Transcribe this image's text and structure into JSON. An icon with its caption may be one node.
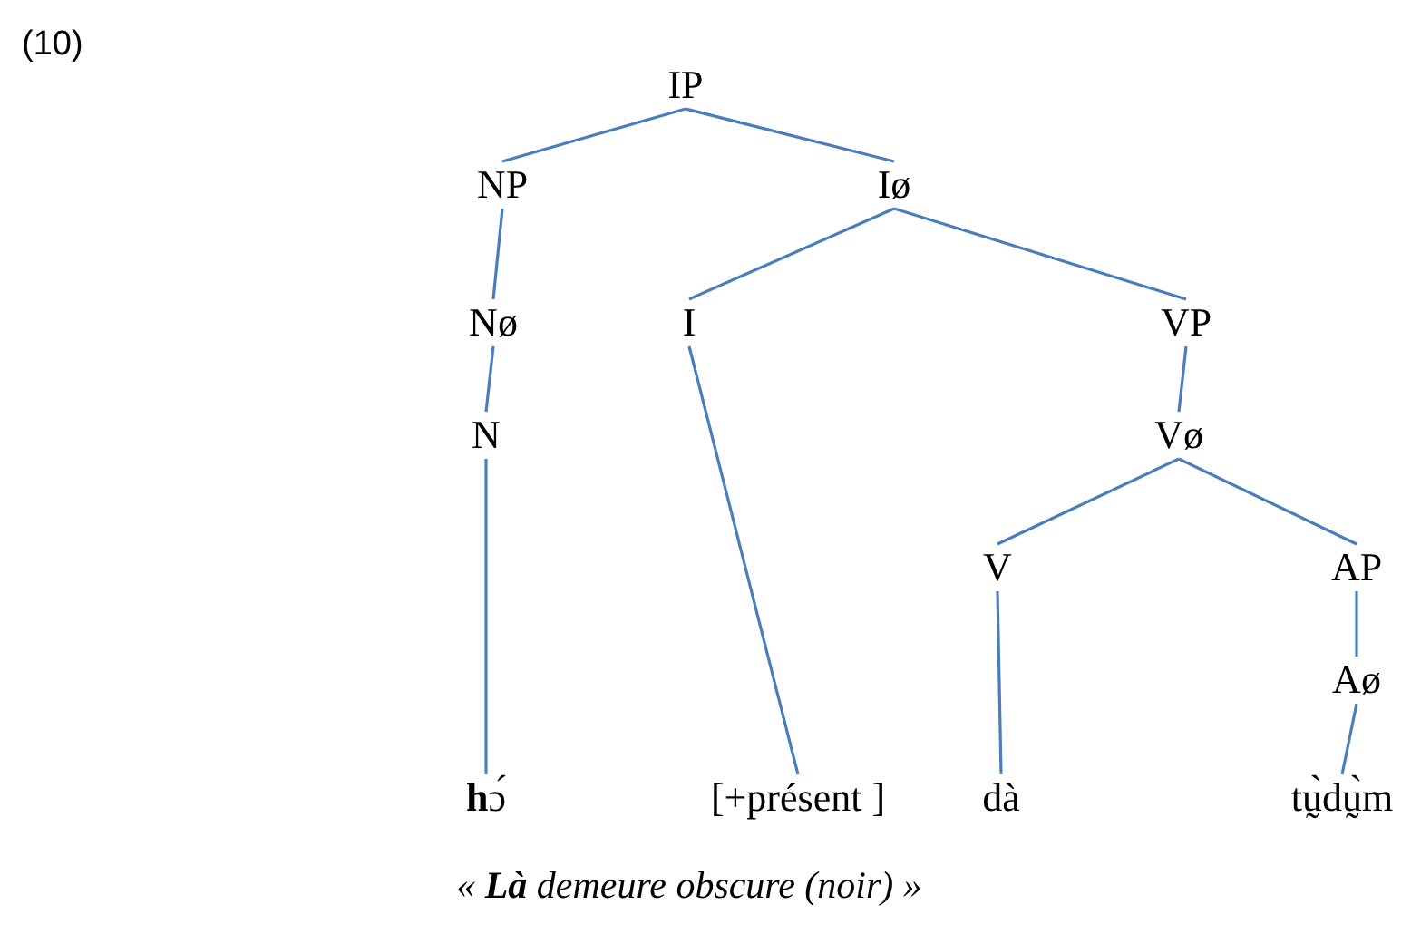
{
  "diagram": {
    "caption": "« **Là**  demeure obscure (noir) »",
    "nodes": [
      {
        "text": [
          "IP"
        ]
      },
      {
        "text": [
          "NP"
        ]
      },
      {
        "text": [
          "Iø"
        ]
      },
      {
        "text": [
          "Nø"
        ]
      },
      {
        "text": [
          "I"
        ]
      },
      {
        "text": [
          "VP"
        ]
      },
      {
        "text": [
          "N"
        ]
      },
      {
        "text": [
          "Vø"
        ]
      },
      {
        "text": [
          "V"
        ]
      },
      {
        "text": [
          "AP"
        ]
      },
      {
        "text": [
          "Aø"
        ]
      },
      {
        "text": [
          "**h**ɔ́"
        ]
      },
      {
        "text": [
          "[+présent ]"
        ]
      },
      {
        "text": [
          "dà"
        ]
      },
      {
        "text": [
          "tṵ̀dṵ̀m"
        ]
      }
    ],
    "edges": [
      {
        "from": 0,
        "to": 1,
        "arrow": "none"
      },
      {
        "from": 0,
        "to": 2,
        "arrow": "none"
      },
      {
        "from": 1,
        "to": 3,
        "arrow": "none"
      },
      {
        "from": 2,
        "to": 4,
        "arrow": "none"
      },
      {
        "from": 2,
        "to": 5,
        "arrow": "none"
      },
      {
        "from": 3,
        "to": 6,
        "arrow": "none"
      },
      {
        "from": 4,
        "to": 12,
        "arrow": "none"
      },
      {
        "from": 5,
        "to": 7,
        "arrow": "none"
      },
      {
        "from": 6,
        "to": 11,
        "arrow": "none"
      },
      {
        "from": 7,
        "to": 8,
        "arrow": "none"
      },
      {
        "from": 7,
        "to": 9,
        "arrow": "none"
      },
      {
        "from": 9,
        "to": 10,
        "arrow": "none"
      },
      {
        "from": 10,
        "to": 14,
        "arrow": "none"
      },
      {
        "from": 8,
        "to": 13,
        "arrow": "none"
      }
    ],
    "labels": [
      "(10)"
    ]
  }
}
